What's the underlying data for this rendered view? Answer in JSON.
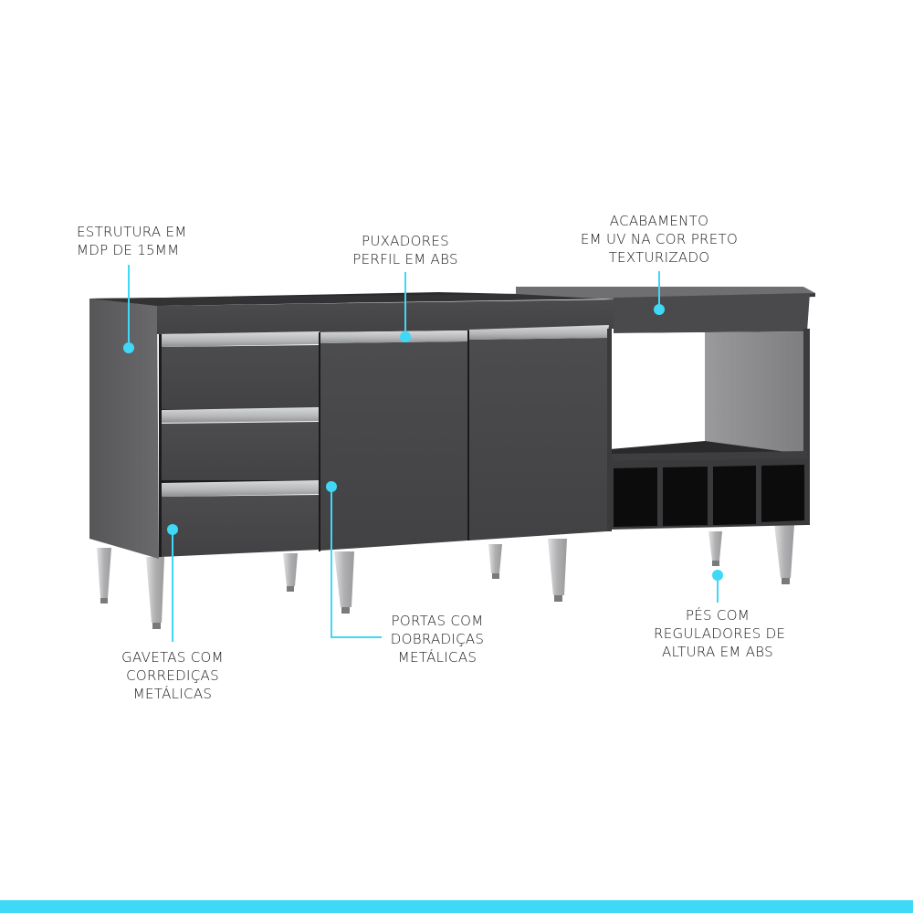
{
  "colors": {
    "accent": "#3fd8f6",
    "cabinet_dark": "#4a4a4c",
    "cabinet_side": "#5f5f61",
    "cabinet_top": "#2e2e30",
    "handle": "#bfc0c2",
    "leg": "#b8b8ba",
    "niche_black": "#0d0d0d",
    "bottom_bar": "#3fd8f6"
  },
  "callouts": [
    {
      "id": "estrutura",
      "lines": [
        "ESTRUTURA EM",
        "MDP DE 15MM"
      ]
    },
    {
      "id": "puxadores",
      "lines": [
        "PUXADORES",
        "PERFIL EM ABS"
      ]
    },
    {
      "id": "acabamento",
      "lines": [
        "ACABAMENTO",
        "EM UV NA COR PRETO",
        "TEXTURIZADO"
      ]
    },
    {
      "id": "gavetas",
      "lines": [
        "GAVETAS COM",
        "CORREDIÇAS",
        "METÁLICAS"
      ]
    },
    {
      "id": "portas",
      "lines": [
        "PORTAS COM",
        "DOBRADIÇAS",
        "METÁLICAS"
      ]
    },
    {
      "id": "pes",
      "lines": [
        "PÉS COM",
        "REGULADORES DE",
        "ALTURA EM ABS"
      ]
    }
  ],
  "product": {
    "drawers": 3,
    "doors": 2,
    "niches": 4,
    "legs_visible": 8
  }
}
